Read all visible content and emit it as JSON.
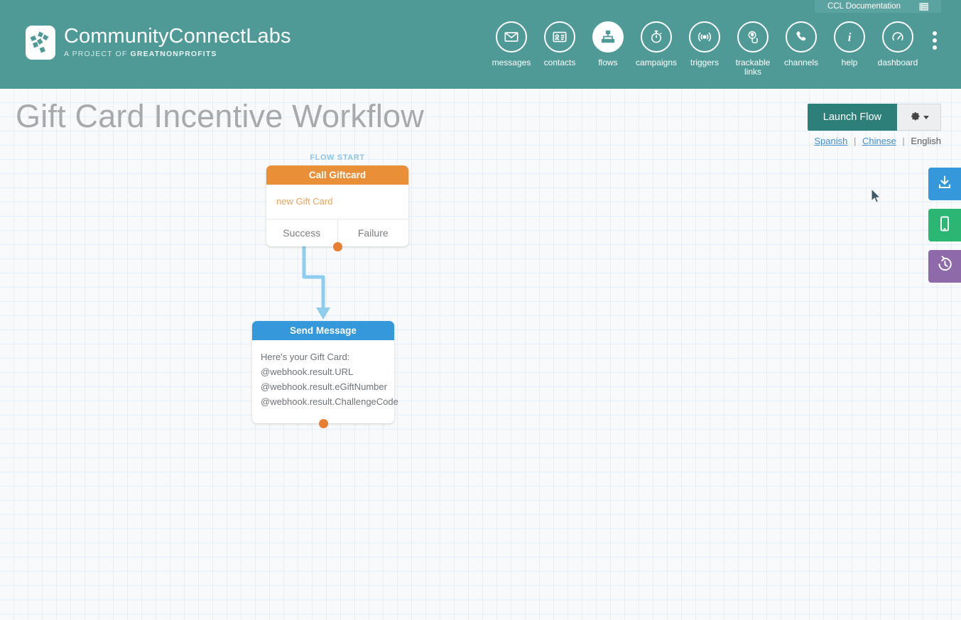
{
  "doc_tab": {
    "label": "CCL Documentation",
    "icon": "document-icon"
  },
  "header": {
    "brand": {
      "name_bold": "CommunityConnect",
      "name_light": "Labs",
      "tagline_prefix": "A PROJECT OF ",
      "tagline_bold": "GREATNONPROFITS"
    },
    "nav": [
      {
        "label": "messages",
        "icon": "envelope-icon",
        "active": false
      },
      {
        "label": "contacts",
        "icon": "contact-card-icon",
        "active": false
      },
      {
        "label": "flows",
        "icon": "flow-chart-icon",
        "active": true
      },
      {
        "label": "campaigns",
        "icon": "stopwatch-icon",
        "active": false
      },
      {
        "label": "triggers",
        "icon": "broadcast-icon",
        "active": false
      },
      {
        "label": "trackable links",
        "icon": "tap-link-icon",
        "active": false
      },
      {
        "label": "channels",
        "icon": "phone-icon",
        "active": false
      },
      {
        "label": "help",
        "icon": "info-icon",
        "active": false
      },
      {
        "label": "dashboard",
        "icon": "gauge-icon",
        "active": false
      }
    ],
    "kebab": "more-options-icon"
  },
  "page": {
    "title": "Gift Card Incentive Workflow",
    "launch_label": "Launch Flow",
    "gear_icon": "gear-icon",
    "languages": {
      "spanish": "Spanish",
      "chinese": "Chinese",
      "english": "English",
      "separator": "|"
    }
  },
  "dock": [
    {
      "name": "download-button",
      "icon": "download-icon",
      "color": "#3498db"
    },
    {
      "name": "simulator-button",
      "icon": "mobile-phone-icon",
      "color": "#2bb673"
    },
    {
      "name": "revision-history-button",
      "icon": "history-revert-icon",
      "color": "#8e6aab"
    }
  ],
  "flow": {
    "start_label": "FLOW START",
    "nodes": [
      {
        "id": "call-giftcard",
        "title": "Call Giftcard",
        "body": "new Gift Card",
        "header_color": "#e98f37",
        "exits": [
          {
            "label": "Success",
            "has_dot": false
          },
          {
            "label": "Failure",
            "has_dot": true
          }
        ]
      },
      {
        "id": "send-message",
        "title": "Send Message",
        "header_color": "#3498db",
        "lines": [
          "Here's your Gift Card:",
          "@webhook.result.URL",
          "@webhook.result.eGiftNumber",
          "@webhook.result.ChallengeCode"
        ],
        "has_dot": true
      }
    ],
    "connector": {
      "from": "Success",
      "to": "Send Message",
      "color": "#8fcdee"
    }
  }
}
